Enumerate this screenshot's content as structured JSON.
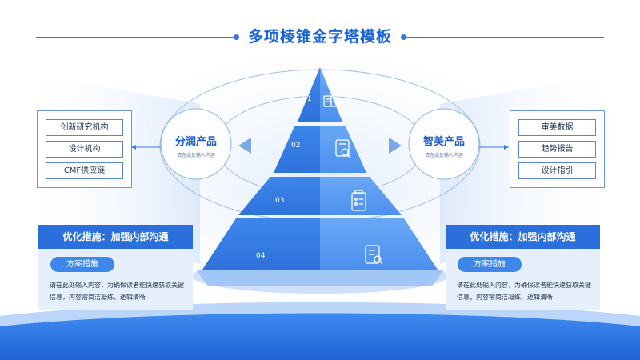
{
  "title": "多项棱锥金字塔模板",
  "colors": {
    "primary": "#2a6fdc",
    "light": "#e6f0fd",
    "text": "#1c2e4a"
  },
  "left_box": {
    "items": [
      "创新研究机构",
      "设计机构",
      "CMF供应链"
    ]
  },
  "right_box": {
    "items": [
      "审美数据",
      "趋势报告",
      "设计指引"
    ]
  },
  "left_circle": {
    "title": "分润产品",
    "sub": "请在此处输入内容"
  },
  "right_circle": {
    "title": "智美产品",
    "sub": "请在此处输入内容"
  },
  "pyramid": {
    "layers": [
      {
        "num": "01",
        "icon": "book-icon"
      },
      {
        "num": "02",
        "icon": "document-search-icon"
      },
      {
        "num": "03",
        "icon": "checklist-icon"
      },
      {
        "num": "04",
        "icon": "book-search-icon"
      }
    ]
  },
  "left_panel": {
    "heading": "优化措施：加强内部沟通",
    "pill": "方案措施",
    "text": "请在此处输入内容，为确保读者能快速获取关键信息，内容需简洁凝练、逻辑清晰"
  },
  "right_panel": {
    "heading": "优化措施：加强内部沟通",
    "pill": "方案措施",
    "text": "请在此处输入内容，为确保读者能快速获取关键信息，内容需简洁凝练、逻辑清晰"
  }
}
